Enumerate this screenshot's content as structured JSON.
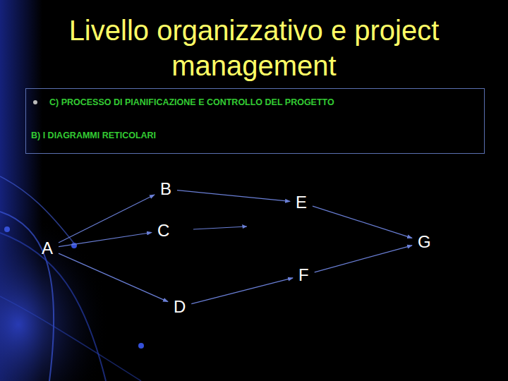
{
  "diagram": {
    "title": "Livello organizzativo e project management",
    "nodes": [
      {
        "text": [
          "C) PROCESSO DI PIANIFICAZIONE E CONTROLLO DEL PROGETTO",
          "B) I DIAGRAMMI RETICOLARI"
        ]
      },
      {
        "text": [
          "A"
        ]
      },
      {
        "text": [
          "B"
        ]
      },
      {
        "text": [
          "C"
        ]
      },
      {
        "text": [
          "D"
        ]
      },
      {
        "text": [
          "E"
        ]
      },
      {
        "text": [
          "F"
        ]
      },
      {
        "text": [
          "G"
        ]
      }
    ],
    "edges": [
      {
        "from": 1,
        "to": 2,
        "arrow": "to"
      },
      {
        "from": 1,
        "to": 3,
        "arrow": "to"
      },
      {
        "from": 1,
        "to": 4,
        "arrow": "to"
      },
      {
        "from": 2,
        "to": 5,
        "arrow": "to"
      },
      {
        "from": 4,
        "to": 6,
        "arrow": "to"
      },
      {
        "from": 5,
        "to": 7,
        "arrow": "to"
      },
      {
        "from": 6,
        "to": 7,
        "arrow": "to"
      }
    ]
  }
}
